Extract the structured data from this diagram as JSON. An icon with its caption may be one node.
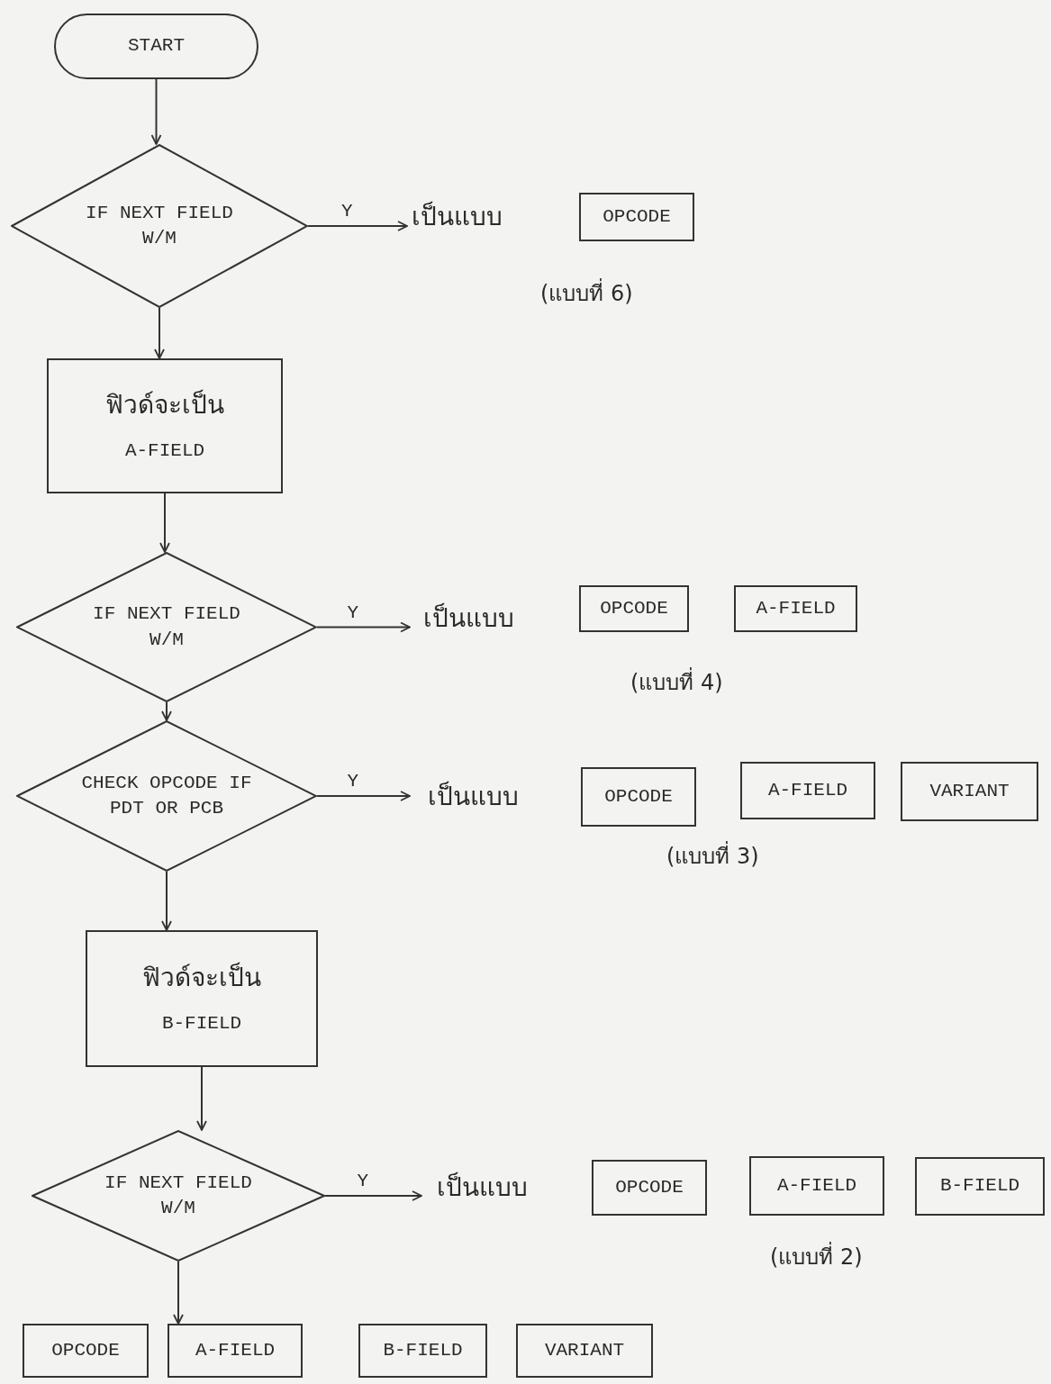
{
  "diagram": {
    "nodes": [
      {
        "text": [
          "START"
        ]
      },
      {
        "text": [
          "IF NEXT FIELD W/M"
        ]
      },
      {
        "text": [
          "เป็นแบบ"
        ]
      },
      {
        "text": [
          "OPCODE"
        ]
      },
      {
        "text": [
          "ฟิวด์จะเป็น",
          "A-FIELD"
        ]
      },
      {
        "text": [
          "IF NEXT FIELD W/M"
        ]
      },
      {
        "text": [
          "เป็นแบบ"
        ]
      },
      {
        "text": [
          "OPCODE"
        ]
      },
      {
        "text": [
          "A-FIELD"
        ]
      },
      {
        "text": [
          "CHECK OPCODE IF PDT OR PCB"
        ]
      },
      {
        "text": [
          "เป็นแบบ"
        ]
      },
      {
        "text": [
          "OPCODE"
        ]
      },
      {
        "text": [
          "A-FIELD"
        ]
      },
      {
        "text": [
          "VARIANT"
        ]
      },
      {
        "text": [
          "ฟิวด์จะเป็น",
          "B-FIELD"
        ]
      },
      {
        "text": [
          "IF NEXT FIELD W/M"
        ]
      },
      {
        "text": [
          "เป็นแบบ"
        ]
      },
      {
        "text": [
          "OPCODE"
        ]
      },
      {
        "text": [
          "A-FIELD"
        ]
      },
      {
        "text": [
          "B-FIELD"
        ]
      },
      {
        "text": [
          "OPCODE"
        ]
      },
      {
        "text": [
          "A-FIELD"
        ]
      },
      {
        "text": [
          "B-FIELD"
        ]
      },
      {
        "text": [
          "VARIANT"
        ]
      }
    ],
    "edges": [
      {
        "from": 0,
        "to": 1,
        "arrow": "to"
      },
      {
        "from": 1,
        "to": 2,
        "arrow": "to",
        "label": "Y"
      },
      {
        "from": 1,
        "to": 4,
        "arrow": "to"
      },
      {
        "from": 4,
        "to": 5,
        "arrow": "to"
      },
      {
        "from": 5,
        "to": 6,
        "arrow": "to",
        "label": "Y"
      },
      {
        "from": 5,
        "to": 9,
        "arrow": "to"
      },
      {
        "from": 9,
        "to": 10,
        "arrow": "to",
        "label": "Y"
      },
      {
        "from": 9,
        "to": 14,
        "arrow": "to"
      },
      {
        "from": 14,
        "to": 15,
        "arrow": "to"
      },
      {
        "from": 15,
        "to": 16,
        "arrow": "to",
        "label": "Y"
      },
      {
        "from": 15,
        "to": 21,
        "arrow": "to"
      }
    ],
    "labels": [
      "(แบบที่ 6)",
      "(แบบที่ 4)",
      "(แบบที่ 3)",
      "(แบบที่ 2)"
    ]
  }
}
